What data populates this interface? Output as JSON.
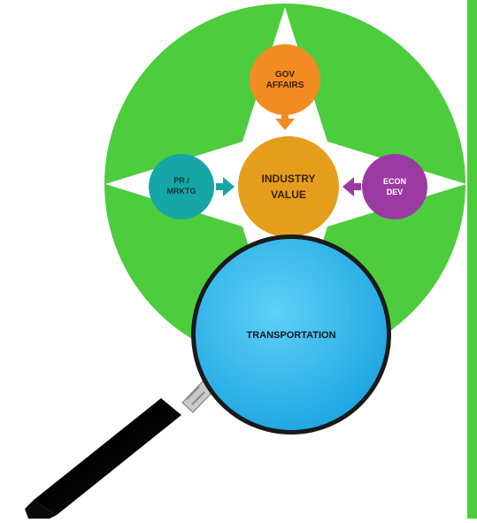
{
  "diagram": {
    "center_node": {
      "lines": [
        "INDUSTRY",
        "VALUE"
      ]
    },
    "nodes": [
      {
        "id": "gov-affairs",
        "lines": [
          "GOV",
          "AFFAIRS"
        ]
      },
      {
        "id": "pr-mrktg",
        "lines": [
          "PR /",
          "MRKTG"
        ]
      },
      {
        "id": "econ-dev",
        "lines": [
          "ECON",
          "DEV"
        ]
      }
    ],
    "lens_label": "TRANSPORTATION"
  },
  "colors": {
    "background_circle": "#4dcc3e",
    "star": "#ffffff",
    "center_node": "#e59e1c",
    "gov_affairs": "#f28c22",
    "pr_mrktg": "#17a6a6",
    "econ_dev": "#9b3aa3",
    "lens": "#2cb6ef",
    "lens_rim": "#1a1a1a",
    "handle": "#101010",
    "right_strip": "#4dcc3e"
  }
}
